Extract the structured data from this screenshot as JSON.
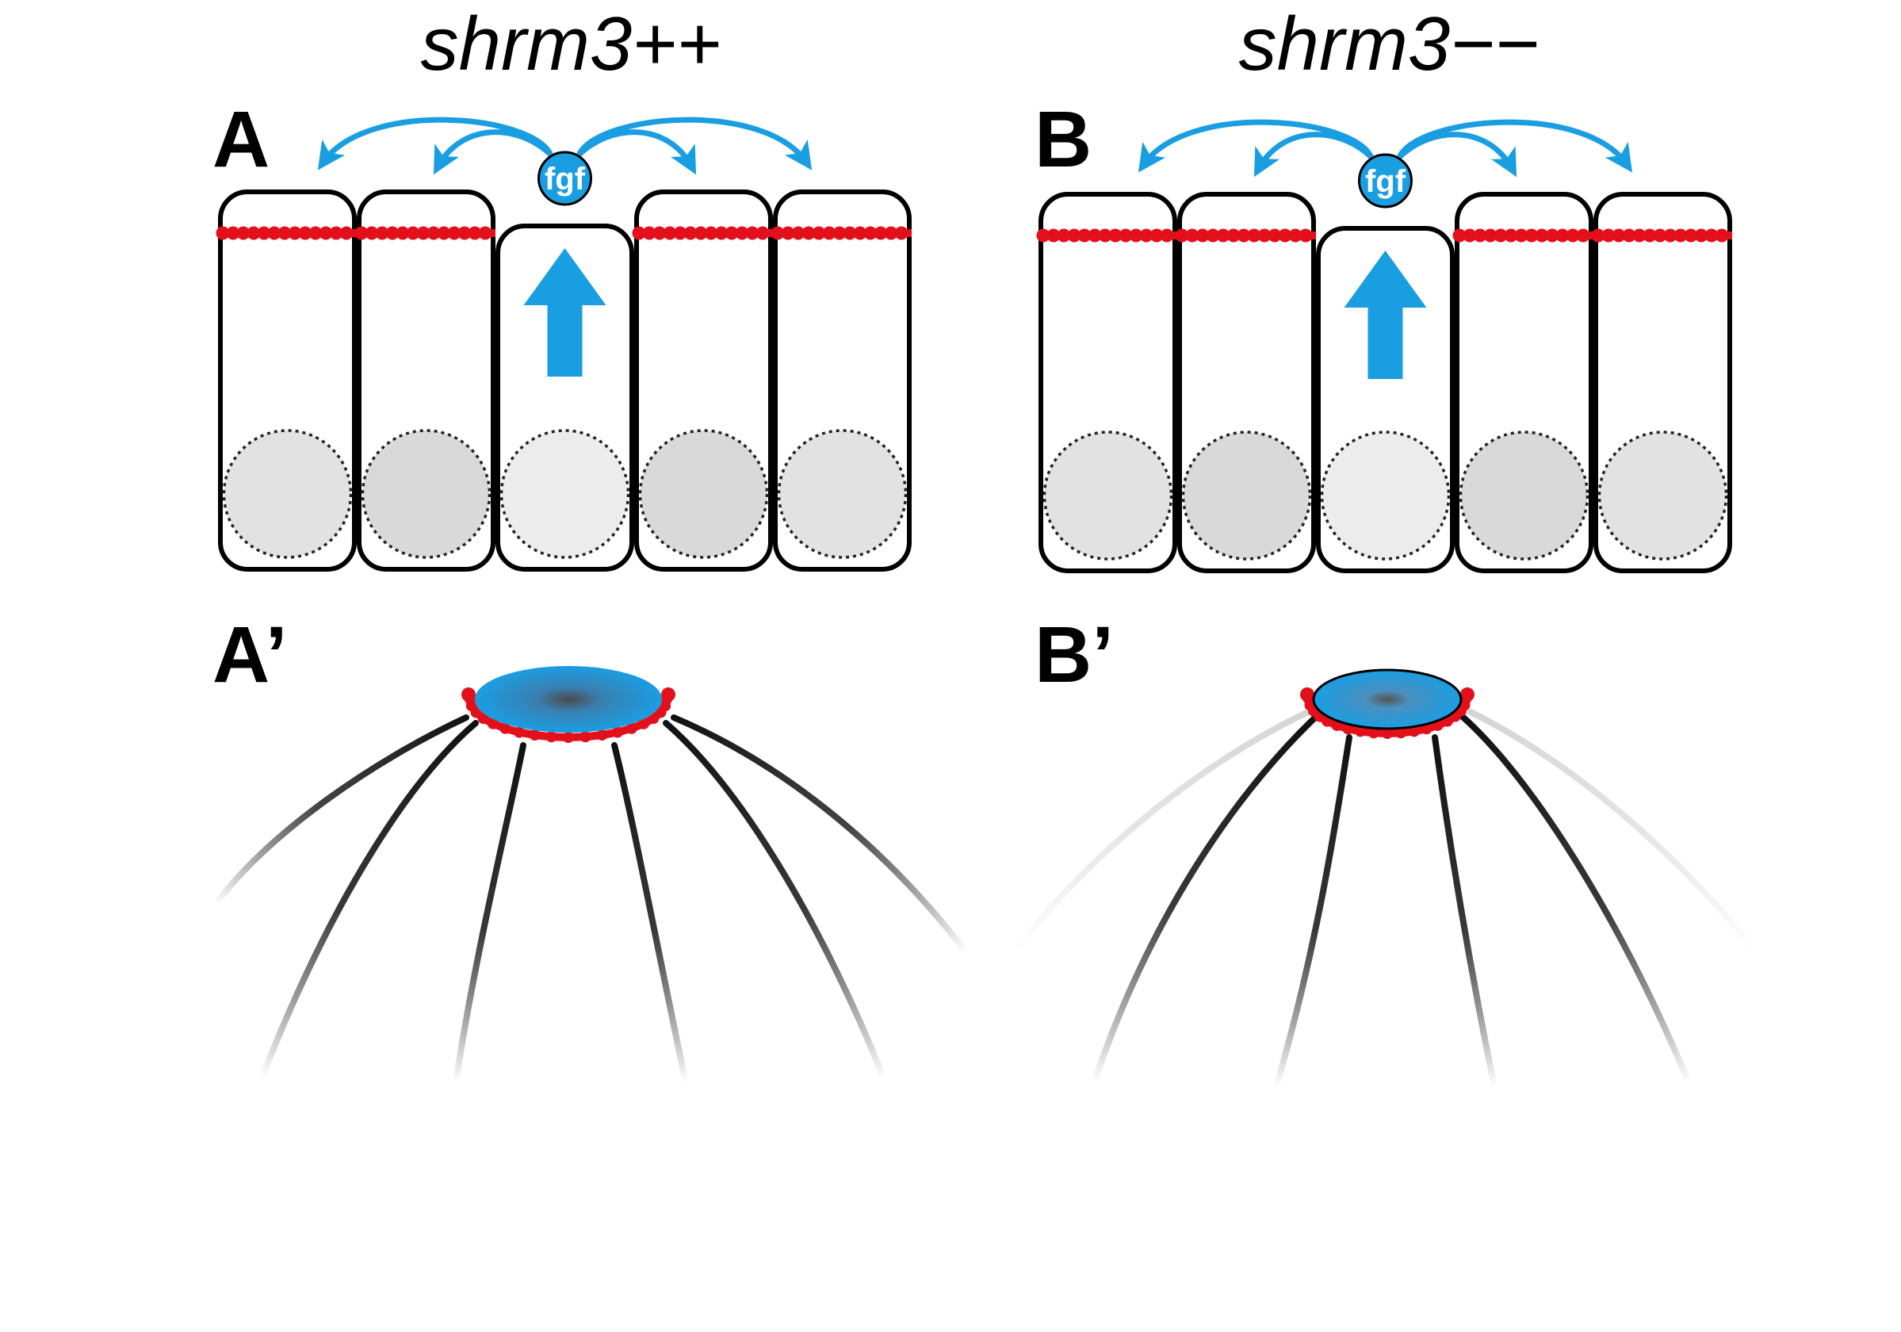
{
  "colors": {
    "accent_blue": "#1a9ee2",
    "junction_red": "#e3101b",
    "outline": "#000000",
    "nucleus_fill": "#dcdcdc",
    "background": "#ffffff"
  },
  "panels": [
    {
      "genotype": "shrm3++",
      "cell_label": "A",
      "rosette_label": "A’",
      "signal_label": "fgf",
      "icons": [
        "fgf-signal-icon",
        "signaling-arrow-icon",
        "apical-arrow-icon",
        "nucleus-icon"
      ]
    },
    {
      "genotype": "shrm3−−",
      "cell_label": "B",
      "rosette_label": "B’",
      "signal_label": "fgf",
      "icons": [
        "fgf-signal-icon",
        "signaling-arrow-icon",
        "apical-arrow-icon",
        "nucleus-icon"
      ]
    }
  ]
}
